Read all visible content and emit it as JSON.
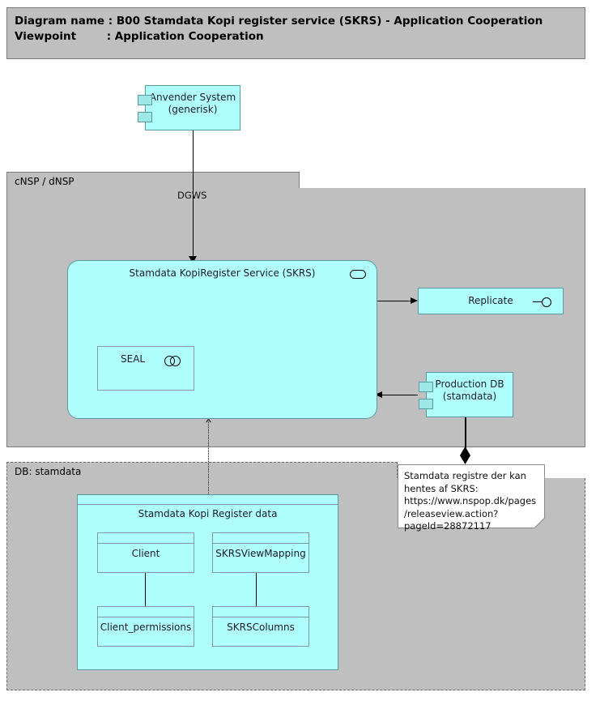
{
  "header": {
    "line1": "Diagram name : B00 Stamdata Kopi register service (SKRS) - Application Cooperation",
    "line2": "Viewpoint        : Application Cooperation"
  },
  "nodes": {
    "anvender_system": {
      "label": "Anvender System\n(generisk)",
      "icon": "uml-component-icon"
    },
    "skrs_service": {
      "label": "Stamdata KopiRegister Service (SKRS)",
      "icon": "application-service-icon"
    },
    "seal": {
      "label": "SEAL",
      "icon": "application-collaboration-icon"
    },
    "replicate": {
      "label": "Replicate",
      "icon": "interface-lollipop-icon"
    },
    "production_db": {
      "label": "Production DB\n(stamdata)",
      "icon": "uml-component-icon"
    },
    "skr_data": {
      "label": "Stamdata Kopi Register data"
    }
  },
  "groups": {
    "nsp": {
      "label": "cNSP / dNSP",
      "border": "solid"
    },
    "db_stamdata": {
      "label": "DB: stamdata",
      "border": "dashed"
    }
  },
  "entities": [
    {
      "name": "Client"
    },
    {
      "name": "SKRSViewMapping"
    },
    {
      "name": "Client_permissions"
    },
    {
      "name": "SKRSColumns"
    }
  ],
  "edges": {
    "dgws_label": "DGWS"
  },
  "note": {
    "text": "Stamdata registre der kan hentes af SKRS: https://www.nspop.dk/pages/releaseview.action?pageId=28872117"
  },
  "colors": {
    "node_fill": "#b0ffff",
    "group_fill": "#bfbfbf",
    "node_stroke": "#5b9aa0",
    "page_bg": "#ffffff",
    "text": "#1a1a2e"
  }
}
